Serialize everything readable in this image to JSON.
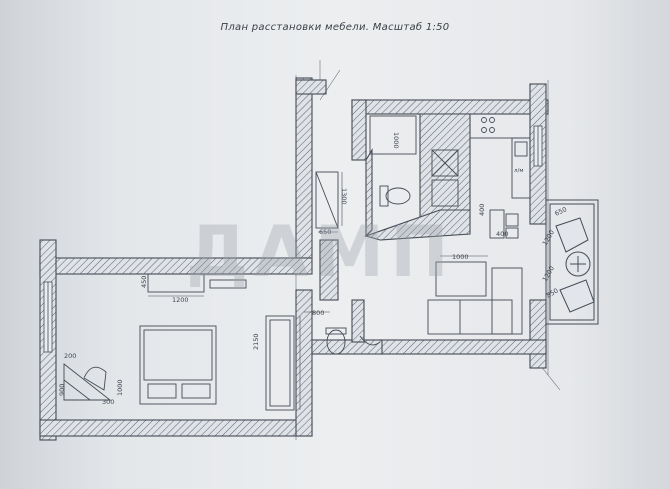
{
  "title": "План расстановки мебели. Масштаб 1:50",
  "watermark": "ДАМП",
  "dimensions": {
    "d1000_a": "1000",
    "d1300": "1300",
    "d650": "650",
    "d400_a": "400",
    "d400_b": "400",
    "d650_b": "650",
    "d1000_b": "1000",
    "d1200_a": "1200",
    "d450": "450",
    "d1200_b": "1200",
    "d800": "800",
    "d2150": "2150",
    "d200": "200",
    "d900": "900",
    "d1000_c": "1000",
    "d1200_c": "1200",
    "d850": "850",
    "d300": "300"
  },
  "labels": {
    "washer": "л/м"
  },
  "colors": {
    "paper": "#e8eaed",
    "line": "#454b55",
    "hatch": "#5a606a",
    "watermark": "#9aa0a8"
  }
}
